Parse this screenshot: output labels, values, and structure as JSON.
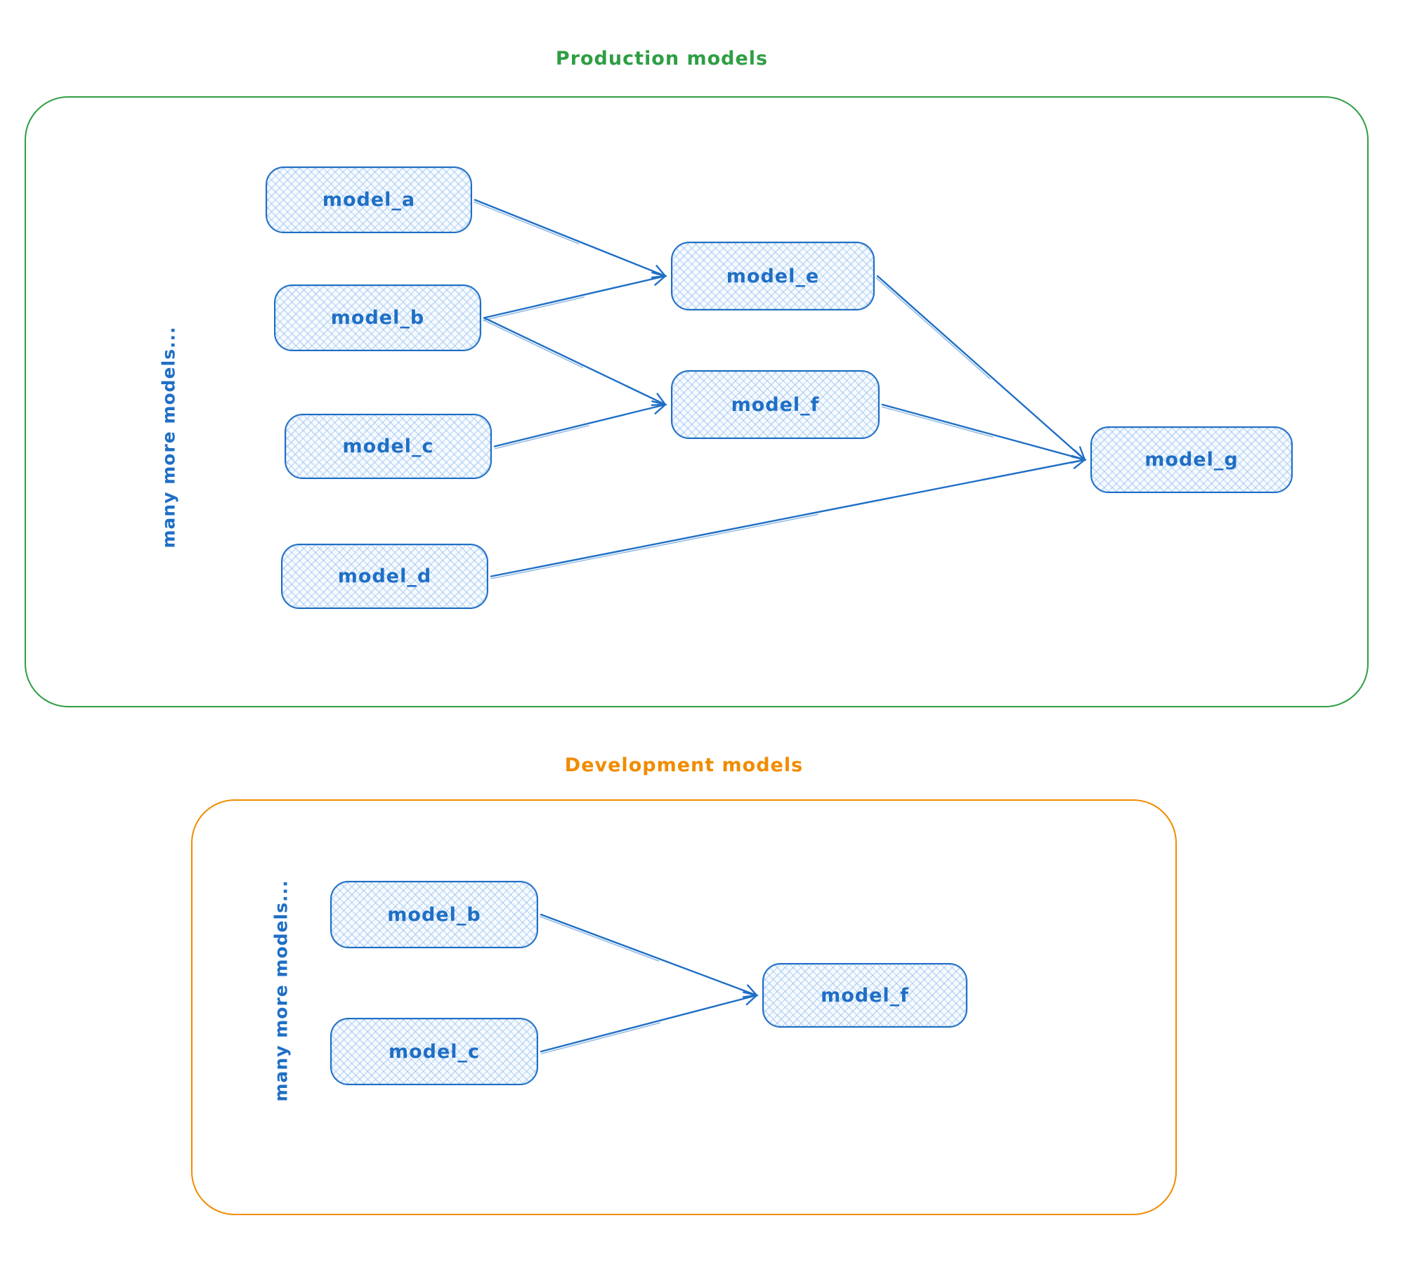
{
  "colors": {
    "production_border": "#2f9e44",
    "development_border": "#f08c00",
    "node_stroke": "#1f6fc5",
    "node_text": "#1f6fc5",
    "node_fill_hatch": "#9cc3ee"
  },
  "production": {
    "title": "Production models",
    "side_note": "many more models...",
    "nodes": [
      {
        "id": "prod_a",
        "label": "model_a"
      },
      {
        "id": "prod_b",
        "label": "model_b"
      },
      {
        "id": "prod_c",
        "label": "model_c"
      },
      {
        "id": "prod_d",
        "label": "model_d"
      },
      {
        "id": "prod_e",
        "label": "model_e"
      },
      {
        "id": "prod_f",
        "label": "model_f"
      },
      {
        "id": "prod_g",
        "label": "model_g"
      }
    ],
    "edges": [
      {
        "from": "prod_a",
        "to": "prod_e"
      },
      {
        "from": "prod_b",
        "to": "prod_e"
      },
      {
        "from": "prod_b",
        "to": "prod_f"
      },
      {
        "from": "prod_c",
        "to": "prod_f"
      },
      {
        "from": "prod_d",
        "to": "prod_g"
      },
      {
        "from": "prod_e",
        "to": "prod_g"
      },
      {
        "from": "prod_f",
        "to": "prod_g"
      }
    ]
  },
  "development": {
    "title": "Development models",
    "side_note": "many more models...",
    "nodes": [
      {
        "id": "dev_b",
        "label": "model_b"
      },
      {
        "id": "dev_c",
        "label": "model_c"
      },
      {
        "id": "dev_f",
        "label": "model_f"
      }
    ],
    "edges": [
      {
        "from": "dev_b",
        "to": "dev_f"
      },
      {
        "from": "dev_c",
        "to": "dev_f"
      }
    ]
  }
}
